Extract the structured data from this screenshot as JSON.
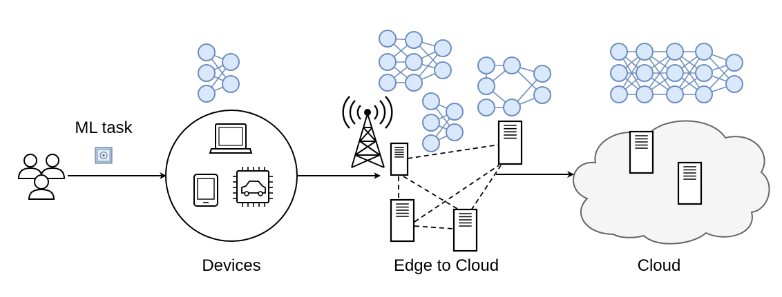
{
  "labels": {
    "ml_task": "ML task",
    "devices": "Devices",
    "edge_to_cloud": "Edge to Cloud",
    "cloud": "Cloud"
  },
  "colors": {
    "nn_fill": "#dae8fc",
    "nn_stroke": "#6c8ebf",
    "cloud_fill": "#f5f5f5",
    "cloud_stroke": "#666666"
  },
  "icons": [
    "users-icon",
    "ml-task-icon",
    "laptop-icon",
    "tablet-icon",
    "car-chip-icon",
    "cell-tower-icon",
    "server-icon",
    "cloud-icon",
    "neural-network-icon"
  ]
}
